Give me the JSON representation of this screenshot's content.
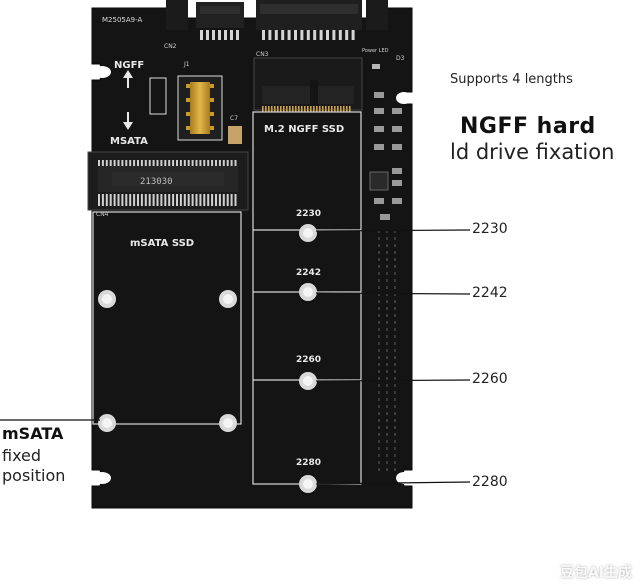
{
  "callouts": {
    "supports": "Supports 4 lengths",
    "ngff_line1": "NGFF hard",
    "ngff_line2": "ld drive fixation",
    "lengths": [
      "2230",
      "2242",
      "2260",
      "2280"
    ],
    "msata_line1": "mSATA",
    "msata_line2": "fixed",
    "msata_line3": "position"
  },
  "board": {
    "part_number": "M2505A9-A",
    "ngff_label": "NGFF",
    "msata_label": "MSATA",
    "m2_slot_label": "M.2  NGFF SSD",
    "msata_slot_label": "mSATA  SSD",
    "hole_labels": [
      "2230",
      "2242",
      "2260",
      "2280"
    ],
    "chip_text": "213030",
    "ref_j1": "J1",
    "ref_c7": "C7",
    "ref_cn3": "CN3",
    "ref_cn4": "CN4",
    "ref_cn2": "CN2",
    "power_led": "Power LED",
    "ref_d3": "D3"
  },
  "watermark": "豆包AI生成",
  "colors": {
    "pcb": "#141414",
    "silk": "#e8e8e8",
    "gold": "#c89a2a",
    "mount_ring": "#d9d9d9"
  }
}
